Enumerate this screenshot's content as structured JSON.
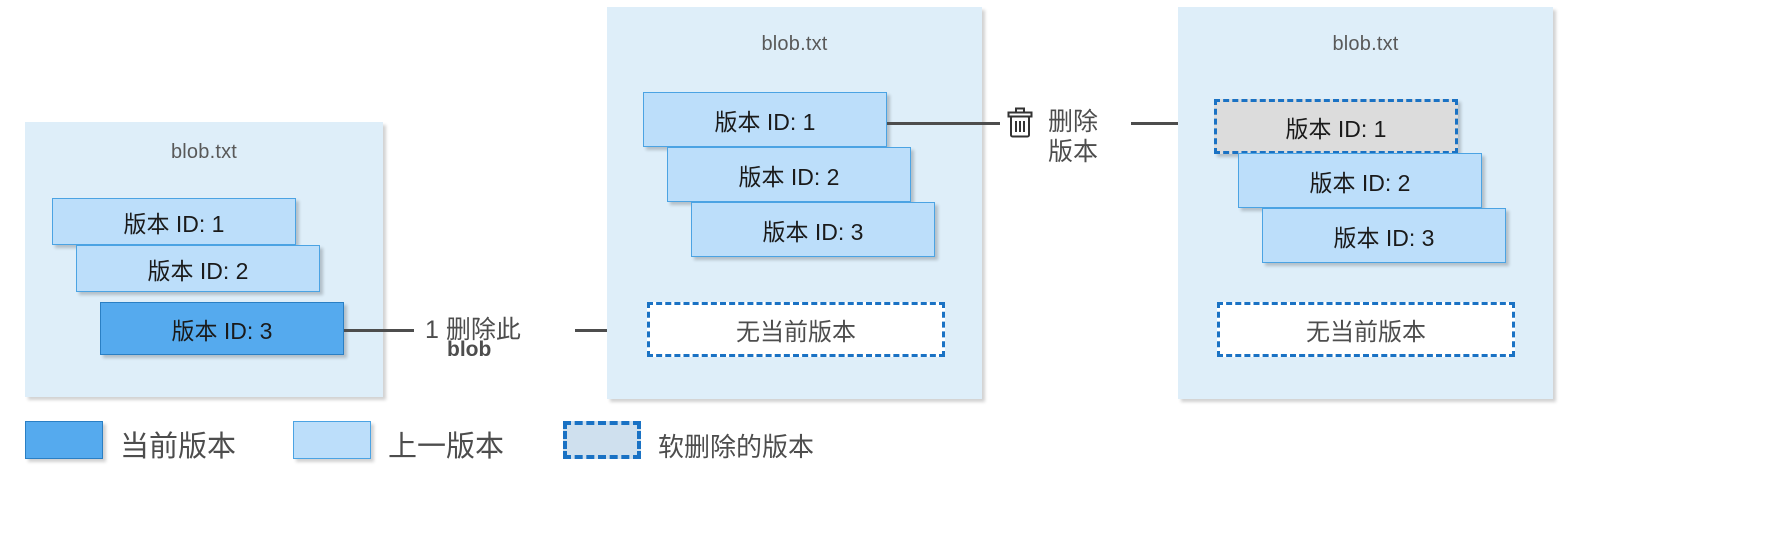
{
  "diagram": {
    "title_unused": "",
    "colors": {
      "panel_background": "#deeef9",
      "current_version": "#55aaee",
      "previous_version": "#bcdefa",
      "soft_deleted_fill": "#dcdcdc",
      "dashed_border": "#1a72c4",
      "connector": "#4d4d4d",
      "text": "#4d4d4d"
    },
    "panels": [
      {
        "id": "panel-1",
        "title": "blob.txt",
        "versions": [
          {
            "label": "版本 ID: 1",
            "state": "previous"
          },
          {
            "label": "版本 ID: 2",
            "state": "previous"
          },
          {
            "label": "版本 ID: 3",
            "state": "current"
          }
        ],
        "no_current_version": null
      },
      {
        "id": "panel-2",
        "title": "blob.txt",
        "versions": [
          {
            "label": "版本 ID: 1",
            "state": "previous"
          },
          {
            "label": "版本 ID: 2",
            "state": "previous"
          },
          {
            "label": "版本 ID: 3",
            "state": "previous"
          }
        ],
        "no_current_version": "无当前版本"
      },
      {
        "id": "panel-3",
        "title": "blob.txt",
        "versions": [
          {
            "label": "版本 ID: 1",
            "state": "soft-deleted"
          },
          {
            "label": "版本 ID: 2",
            "state": "previous"
          },
          {
            "label": "版本 ID: 3",
            "state": "previous"
          }
        ],
        "no_current_version": "无当前版本"
      }
    ],
    "steps": [
      {
        "id": "step-1",
        "number": "1",
        "text": "删除此",
        "emphasis": "blob",
        "icon": null
      },
      {
        "id": "step-2",
        "line1": "删除",
        "line2": "版本",
        "icon": "trash-icon"
      }
    ],
    "legend": [
      {
        "id": "legend-current",
        "swatch": "current",
        "label": "当前版本"
      },
      {
        "id": "legend-previous",
        "swatch": "previous",
        "label": "上一版本"
      },
      {
        "id": "legend-softdeleted",
        "swatch": "soft-deleted",
        "label": "软删除的版本"
      }
    ]
  }
}
